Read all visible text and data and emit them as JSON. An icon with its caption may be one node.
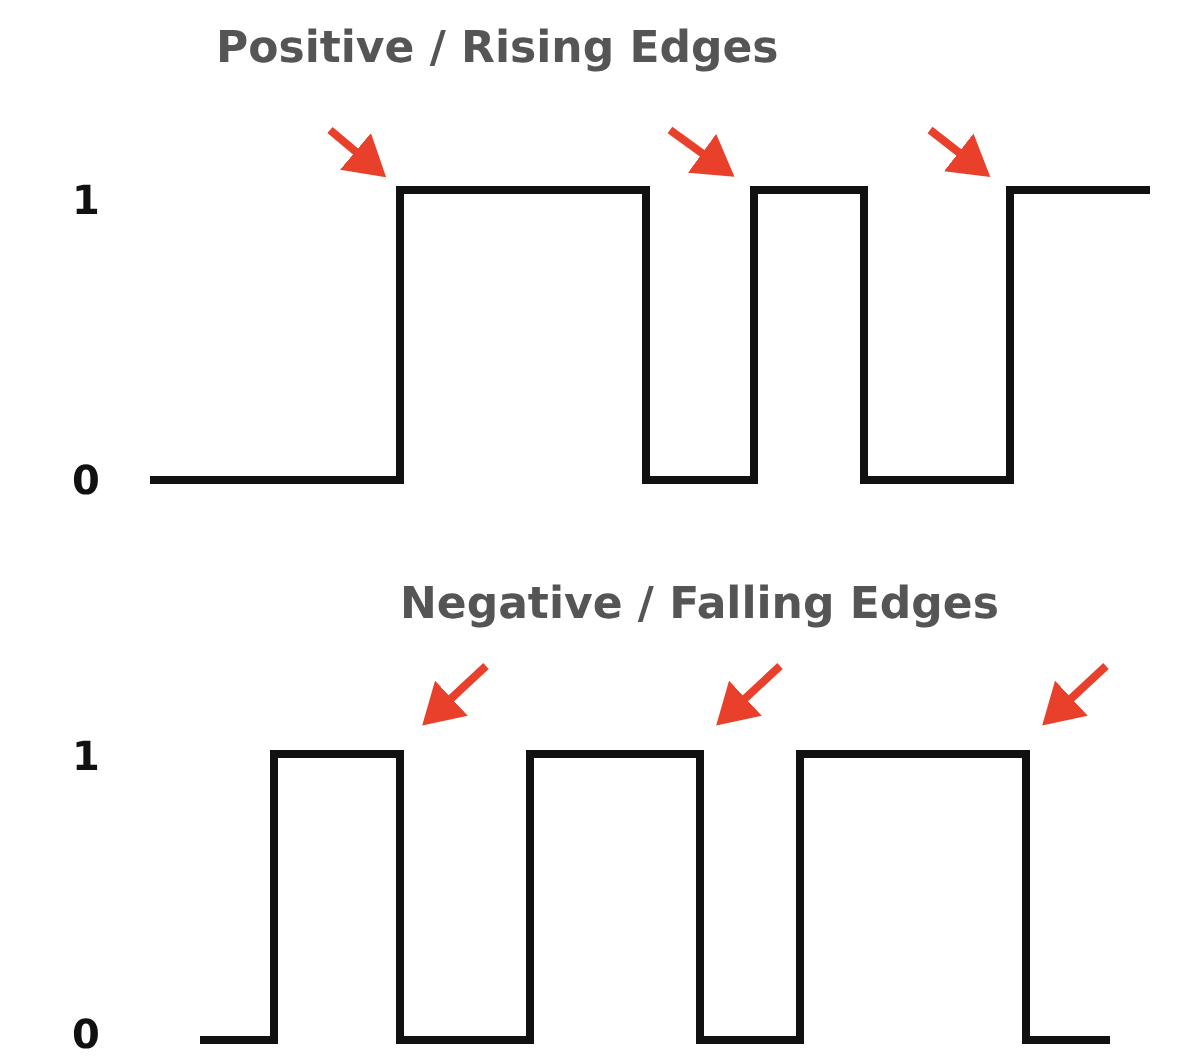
{
  "diagram": {
    "labels": [
      "Positive / Rising Edges",
      "1",
      "0",
      "Negative / Falling Edges",
      "1",
      "0"
    ]
  }
}
